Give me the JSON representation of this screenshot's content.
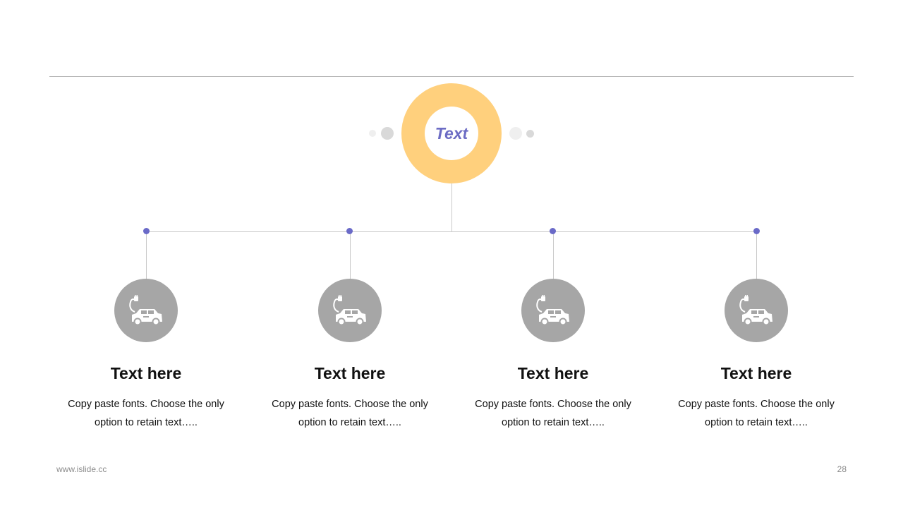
{
  "center": {
    "label": "Text"
  },
  "items": [
    {
      "title": "Text here",
      "desc_line1": "Copy paste fonts. Choose the only",
      "desc_line2": "option to retain text…..",
      "icon": "ev-car-icon"
    },
    {
      "title": "Text here",
      "desc_line1": "Copy paste fonts. Choose the only",
      "desc_line2": "option to retain text…..",
      "icon": "ev-car-icon"
    },
    {
      "title": "Text here",
      "desc_line1": "Copy paste fonts. Choose the only",
      "desc_line2": "option to retain text…..",
      "icon": "ev-car-icon"
    },
    {
      "title": "Text here",
      "desc_line1": "Copy paste fonts. Choose the only",
      "desc_line2": "option to retain text…..",
      "icon": "ev-car-icon"
    }
  ],
  "footer": {
    "website": "www.islide.cc",
    "page_number": "28"
  },
  "colors": {
    "hub_ring": "#ffd07d",
    "accent": "#6a6ac8",
    "icon_circle": "#a6a6a6",
    "line": "#c9c9c9"
  }
}
